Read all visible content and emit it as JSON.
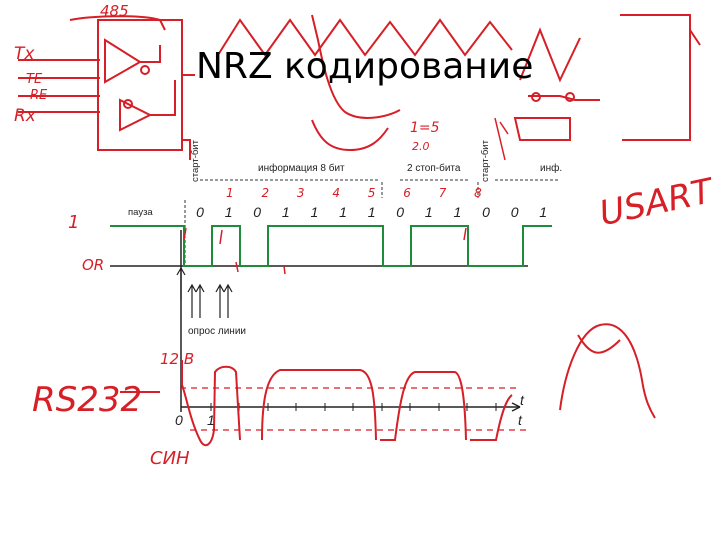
{
  "slide": {
    "title": "NRZ кодирование"
  },
  "diagram": {
    "labels": {
      "pause": "пауза",
      "info": "информация 8 бит",
      "stop": "2 стоп-бита",
      "inf": "инф.",
      "sampling": "опрос линии",
      "start_bit": "старт-бит",
      "start_bit_right": "старт-бит",
      "t_axis": "t",
      "t_axis_lower": "t",
      "zero": "0",
      "one_tick": "1"
    },
    "bits": [
      "0",
      "1",
      "0",
      "1",
      "1",
      "1",
      "1",
      "0",
      "1",
      "1",
      "0",
      "0",
      "1"
    ],
    "line_color": "#1e8c3a",
    "annotation_color": "#d61f26"
  },
  "annotations": {
    "top_chip": "485",
    "tx": "Tx",
    "te": "TE",
    "re": "RE",
    "rx": "Rx",
    "level_one": "1",
    "level_zero": "OR",
    "voltage": "12 B",
    "standard": "RS232",
    "usart": "USART",
    "stop_note": "1=5",
    "stop_note2": "2.0",
    "bit_numbers": "1 2 3 4 5 6 7 8",
    "sync": "СИН"
  }
}
